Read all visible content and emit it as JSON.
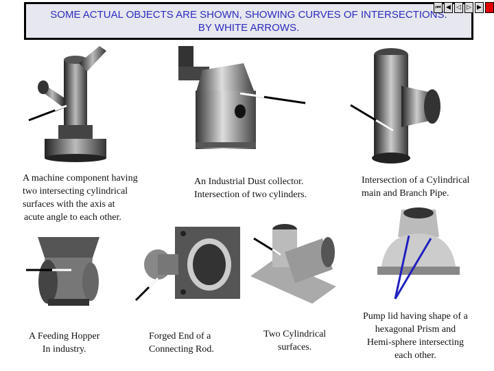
{
  "title": {
    "line1": "SOME ACTUAL OBJECTS ARE SHOWN, SHOWING CURVES OF INTERSECTIONS.",
    "line2": "BY WHITE ARROWS."
  },
  "nav": {
    "buttons": [
      "first",
      "prev",
      "back",
      "next",
      "last",
      "stop"
    ]
  },
  "captions": {
    "machine": [
      "A machine component having",
      "two intersecting cylindrical",
      "surfaces with the axis at",
      "acute angle to each other."
    ],
    "dust": [
      "An Industrial Dust collector.",
      "Intersection of two cylinders."
    ],
    "pipe": [
      "Intersection of a Cylindrical",
      "main and Branch Pipe."
    ],
    "hopper": [
      "A Feeding Hopper",
      "In industry."
    ],
    "rod": [
      "Forged End of a",
      "Connecting Rod."
    ],
    "twocyl": [
      "Two Cylindrical",
      "surfaces."
    ],
    "pump": [
      "Pump lid having shape of a",
      "hexagonal Prism and",
      "Hemi-sphere intersecting",
      "each other."
    ]
  }
}
